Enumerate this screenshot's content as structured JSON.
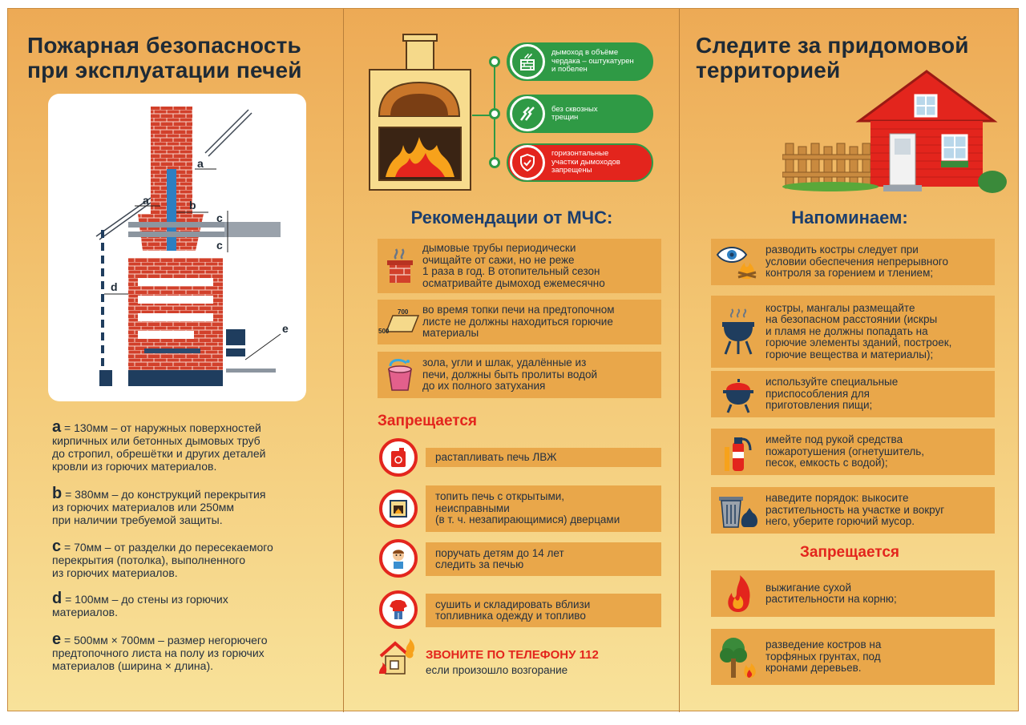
{
  "left": {
    "title_line1": "Пожарная безопасность",
    "title_line2": "при эксплуатации печей",
    "diagram_labels": {
      "a": "a",
      "b": "b",
      "c": "c",
      "d": "d",
      "e": "e"
    },
    "definitions": [
      {
        "key": "a",
        "lines": [
          "= 130мм – от наружных поверхностей",
          "кирпичных или бетонных дымовых труб",
          "до стропил, обрешётки и других деталей",
          "кровли из горючих материалов."
        ]
      },
      {
        "key": "b",
        "lines": [
          "= 380мм – до конструкций перекрытия",
          "из горючих материалов или 250мм",
          "при наличии требуемой защиты."
        ]
      },
      {
        "key": "c",
        "lines": [
          "= 70мм – от разделки до пересекаемого",
          "перекрытия (потолка), выполненного",
          "из горючих материалов."
        ]
      },
      {
        "key": "d",
        "lines": [
          "= 100мм – до стены из горючих",
          "материалов."
        ]
      },
      {
        "key": "e",
        "lines": [
          "= 500мм × 700мм – размер негорючего",
          "предтопочного листа на полу из горючих",
          "материалов (ширина × длина)."
        ]
      }
    ]
  },
  "middle": {
    "tags": [
      {
        "icon": "chimney-icon",
        "lines": [
          "дымоход в объёме",
          "чердака – оштукатурен",
          "и побелен"
        ]
      },
      {
        "icon": "crack-icon",
        "lines": [
          "без сквозных",
          "трещин"
        ]
      },
      {
        "icon": "shield-icon",
        "lines": [
          "горизонтальные",
          "участки дымоходов",
          "запрещены"
        ]
      }
    ],
    "recommendations_title": "Рекомендации от МЧС:",
    "recommendations": [
      {
        "icon": "chimney-smoke-icon",
        "lines": [
          "дымовые трубы периодически",
          "очищайте от сажи, но не реже",
          "1 раза в год. В отопительный сезон",
          "осматривайте дымоход ежемесячно"
        ]
      },
      {
        "icon": "sheet-icon",
        "sheet_w": "700",
        "sheet_h": "500",
        "lines": [
          "во время топки печи на предтопочном",
          "листе не должны находиться горючие",
          "материалы"
        ]
      },
      {
        "icon": "bucket-icon",
        "lines": [
          "зола, угли и шлак, удалённые из",
          "печи, должны быть пролиты водой",
          "до их полного затухания"
        ]
      }
    ],
    "forbidden_title": "Запрещается",
    "forbidden": [
      {
        "icon": "canister-icon",
        "lines": [
          "растапливать печь ЛВЖ"
        ]
      },
      {
        "icon": "stove-door-icon",
        "lines": [
          "топить печь с открытыми,",
          "неисправными",
          "(в т. ч. незапирающимися) дверцами"
        ]
      },
      {
        "icon": "child-icon",
        "lines": [
          "поручать детям до 14 лет",
          "следить за печью"
        ]
      },
      {
        "icon": "clothes-icon",
        "lines": [
          "сушить и складировать вблизи",
          "топливника одежду и топливо"
        ]
      }
    ],
    "call": {
      "headline": "ЗВОНИТЕ ПО ТЕЛЕФОНУ 112",
      "sub": "если произошло возгорание"
    }
  },
  "right": {
    "title_line1": "Следите за придомовой",
    "title_line2": "территорией",
    "remind_title": "Напоминаем:",
    "reminders": [
      {
        "icon": "eye-fire-icon",
        "lines": [
          "разводить костры следует при",
          "условии обеспечения непрерывного",
          "контроля за горением и тлением;"
        ]
      },
      {
        "icon": "grill-icon",
        "lines": [
          "костры, мангалы размещайте",
          "на безопасном расстоянии (искры",
          "и пламя не должны попадать на",
          "горючие элементы зданий, построек,",
          "горючие вещества и материалы);"
        ]
      },
      {
        "icon": "bbq-icon",
        "lines": [
          "используйте специальные",
          "приспособления для",
          "приготовления пищи;"
        ]
      },
      {
        "icon": "extinguisher-icon",
        "lines": [
          "имейте под рукой средства",
          "пожаротушения (огнетушитель,",
          "песок, емкость с водой);"
        ]
      },
      {
        "icon": "trash-icon",
        "lines": [
          "наведите порядок: выкосите",
          "растительность на участке и вокруг",
          "него, уберите горючий мусор."
        ]
      }
    ],
    "forbidden_title": "Запрещается",
    "forbidden": [
      {
        "icon": "flame-icon",
        "lines": [
          "выжигание сухой",
          "растительности на корню;"
        ]
      },
      {
        "icon": "tree-fire-icon",
        "lines": [
          "разведение костров на",
          "торфяных грунтах, под",
          "кронами деревьев."
        ]
      }
    ]
  },
  "colors": {
    "accent_red": "#e3251d",
    "accent_green": "#2f9a45",
    "navy": "#1b3e6e",
    "bar": "#e9a74a"
  }
}
